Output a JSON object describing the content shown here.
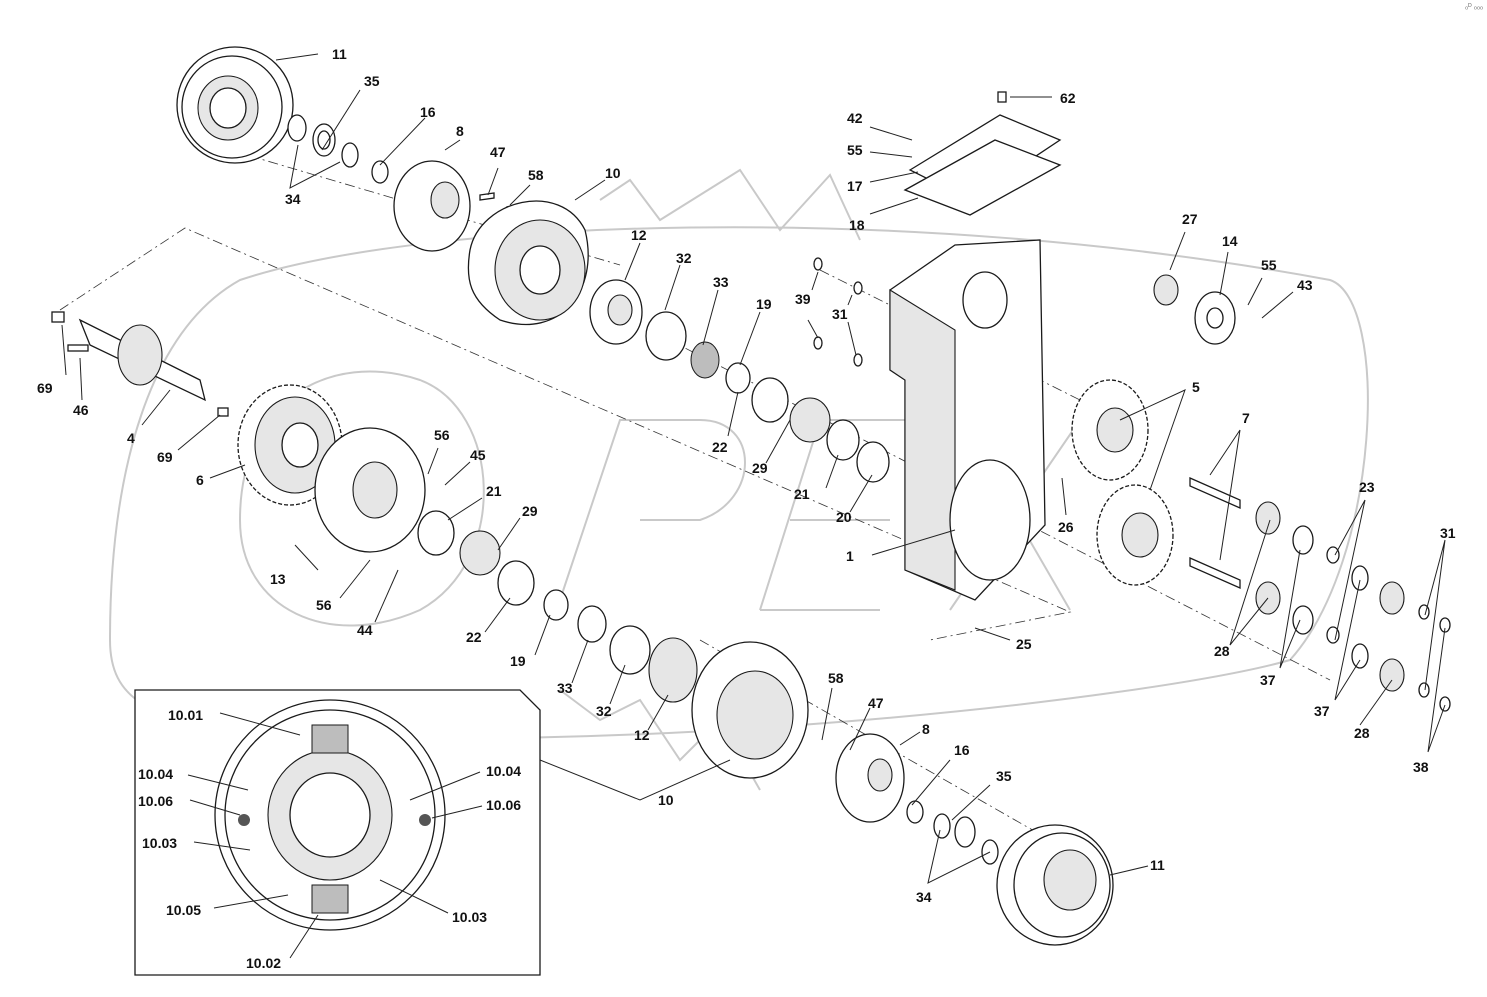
{
  "corner_mark": "ₒᴰ ₒₒₒ",
  "callouts": [
    {
      "id": "11a",
      "text": "11"
    },
    {
      "id": "35a",
      "text": "35"
    },
    {
      "id": "16a",
      "text": "16"
    },
    {
      "id": "8a",
      "text": "8"
    },
    {
      "id": "34a",
      "text": "34"
    },
    {
      "id": "47a",
      "text": "47"
    },
    {
      "id": "58a",
      "text": "58"
    },
    {
      "id": "10a",
      "text": "10"
    },
    {
      "id": "12a",
      "text": "12"
    },
    {
      "id": "32a",
      "text": "32"
    },
    {
      "id": "33a",
      "text": "33"
    },
    {
      "id": "19a",
      "text": "19"
    },
    {
      "id": "39",
      "text": "39"
    },
    {
      "id": "31a",
      "text": "31"
    },
    {
      "id": "42",
      "text": "42"
    },
    {
      "id": "55a",
      "text": "55"
    },
    {
      "id": "17",
      "text": "17"
    },
    {
      "id": "18",
      "text": "18"
    },
    {
      "id": "62",
      "text": "62"
    },
    {
      "id": "27",
      "text": "27"
    },
    {
      "id": "14",
      "text": "14"
    },
    {
      "id": "55b",
      "text": "55"
    },
    {
      "id": "43",
      "text": "43"
    },
    {
      "id": "69a",
      "text": "69"
    },
    {
      "id": "46",
      "text": "46"
    },
    {
      "id": "4",
      "text": "4"
    },
    {
      "id": "69b",
      "text": "69"
    },
    {
      "id": "6",
      "text": "6"
    },
    {
      "id": "56a",
      "text": "56"
    },
    {
      "id": "45",
      "text": "45"
    },
    {
      "id": "13",
      "text": "13"
    },
    {
      "id": "56b",
      "text": "56"
    },
    {
      "id": "44",
      "text": "44"
    },
    {
      "id": "21a",
      "text": "21"
    },
    {
      "id": "29a",
      "text": "29"
    },
    {
      "id": "22a",
      "text": "22"
    },
    {
      "id": "29b",
      "text": "29"
    },
    {
      "id": "21b",
      "text": "21"
    },
    {
      "id": "20",
      "text": "20"
    },
    {
      "id": "1",
      "text": "1"
    },
    {
      "id": "22b",
      "text": "22"
    },
    {
      "id": "19b",
      "text": "19"
    },
    {
      "id": "33b",
      "text": "33"
    },
    {
      "id": "32b",
      "text": "32"
    },
    {
      "id": "12b",
      "text": "12"
    },
    {
      "id": "5",
      "text": "5"
    },
    {
      "id": "7",
      "text": "7"
    },
    {
      "id": "26",
      "text": "26"
    },
    {
      "id": "25",
      "text": "25"
    },
    {
      "id": "23",
      "text": "23"
    },
    {
      "id": "31b",
      "text": "31"
    },
    {
      "id": "28a",
      "text": "28"
    },
    {
      "id": "37a",
      "text": "37"
    },
    {
      "id": "37b",
      "text": "37"
    },
    {
      "id": "28b",
      "text": "28"
    },
    {
      "id": "38",
      "text": "38"
    },
    {
      "id": "58b",
      "text": "58"
    },
    {
      "id": "47b",
      "text": "47"
    },
    {
      "id": "8b",
      "text": "8"
    },
    {
      "id": "16b",
      "text": "16"
    },
    {
      "id": "35b",
      "text": "35"
    },
    {
      "id": "10b",
      "text": "10"
    },
    {
      "id": "34b",
      "text": "34"
    },
    {
      "id": "11b",
      "text": "11"
    },
    {
      "id": "1001",
      "text": "10.01"
    },
    {
      "id": "1004a",
      "text": "10.04"
    },
    {
      "id": "1006a",
      "text": "10.06"
    },
    {
      "id": "1003a",
      "text": "10.03"
    },
    {
      "id": "1005",
      "text": "10.05"
    },
    {
      "id": "1002",
      "text": "10.02"
    },
    {
      "id": "1004b",
      "text": "10.04"
    },
    {
      "id": "1006b",
      "text": "10.06"
    },
    {
      "id": "1003b",
      "text": "10.03"
    }
  ]
}
